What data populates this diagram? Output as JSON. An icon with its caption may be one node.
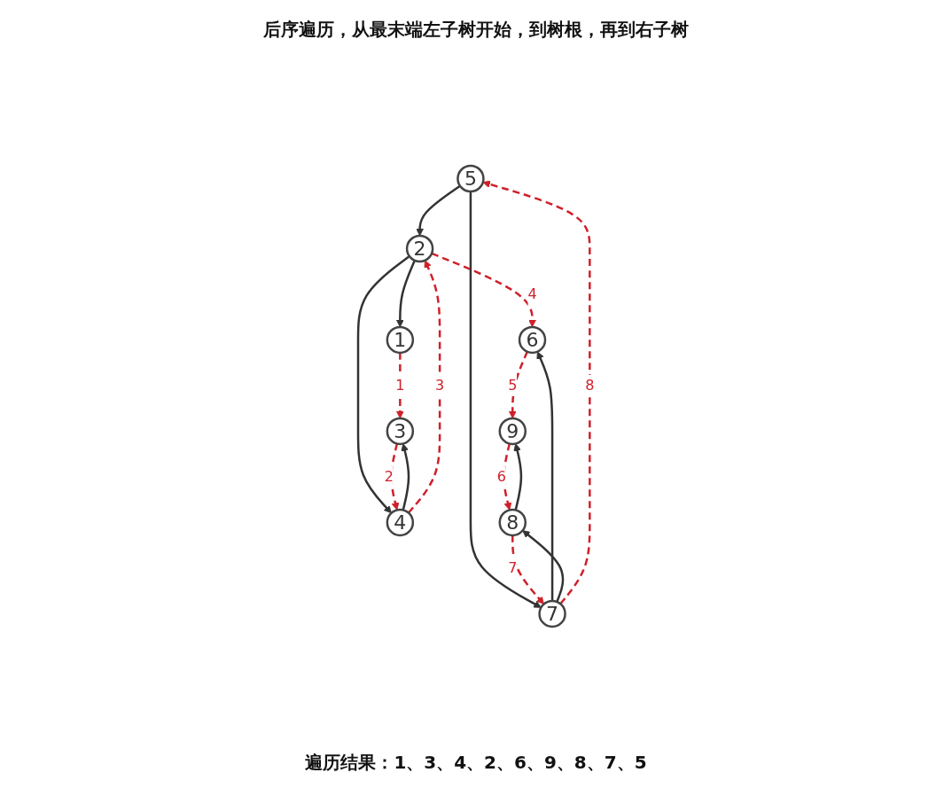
{
  "diagram": {
    "title": "后序遍历，从最末端左子树开始，到树根，再到右子树",
    "nodes": [
      {
        "text": [
          "5"
        ]
      },
      {
        "text": [
          "2"
        ]
      },
      {
        "text": [
          "7"
        ]
      },
      {
        "text": [
          "1"
        ]
      },
      {
        "text": [
          "4"
        ]
      },
      {
        "text": [
          "6"
        ]
      },
      {
        "text": [
          "8"
        ]
      },
      {
        "text": [
          "3"
        ]
      },
      {
        "text": [
          "9"
        ]
      }
    ],
    "edges": [
      {
        "from": 0,
        "to": 1,
        "arrow": "to"
      },
      {
        "from": 0,
        "to": 2,
        "arrow": "to"
      },
      {
        "from": 1,
        "to": 3,
        "arrow": "to"
      },
      {
        "from": 1,
        "to": 4,
        "arrow": "to"
      },
      {
        "from": 2,
        "to": 5,
        "arrow": "to"
      },
      {
        "from": 2,
        "to": 6,
        "arrow": "to"
      },
      {
        "from": 4,
        "to": 7,
        "arrow": "to"
      },
      {
        "from": 6,
        "to": 8,
        "arrow": "to"
      },
      {
        "from": 3,
        "to": 7,
        "arrow": "to",
        "label": "1",
        "style": "dashed",
        "color": "#d0202a"
      },
      {
        "from": 7,
        "to": 4,
        "arrow": "to",
        "label": "2",
        "style": "dashed",
        "color": "#d0202a"
      },
      {
        "from": 4,
        "to": 1,
        "arrow": "to",
        "label": "3",
        "style": "dashed",
        "color": "#d0202a"
      },
      {
        "from": 1,
        "to": 5,
        "arrow": "to",
        "label": "4",
        "style": "dashed",
        "color": "#d0202a"
      },
      {
        "from": 5,
        "to": 8,
        "arrow": "to",
        "label": "5",
        "style": "dashed",
        "color": "#d0202a"
      },
      {
        "from": 8,
        "to": 6,
        "arrow": "to",
        "label": "6",
        "style": "dashed",
        "color": "#d0202a"
      },
      {
        "from": 6,
        "to": 2,
        "arrow": "to",
        "label": "7",
        "style": "dashed",
        "color": "#d0202a"
      },
      {
        "from": 2,
        "to": 0,
        "arrow": "to",
        "label": "8",
        "style": "dashed",
        "color": "#d0202a"
      }
    ],
    "labels": [
      "遍历结果：1、3、4、2、6、9、8、7、5"
    ]
  }
}
